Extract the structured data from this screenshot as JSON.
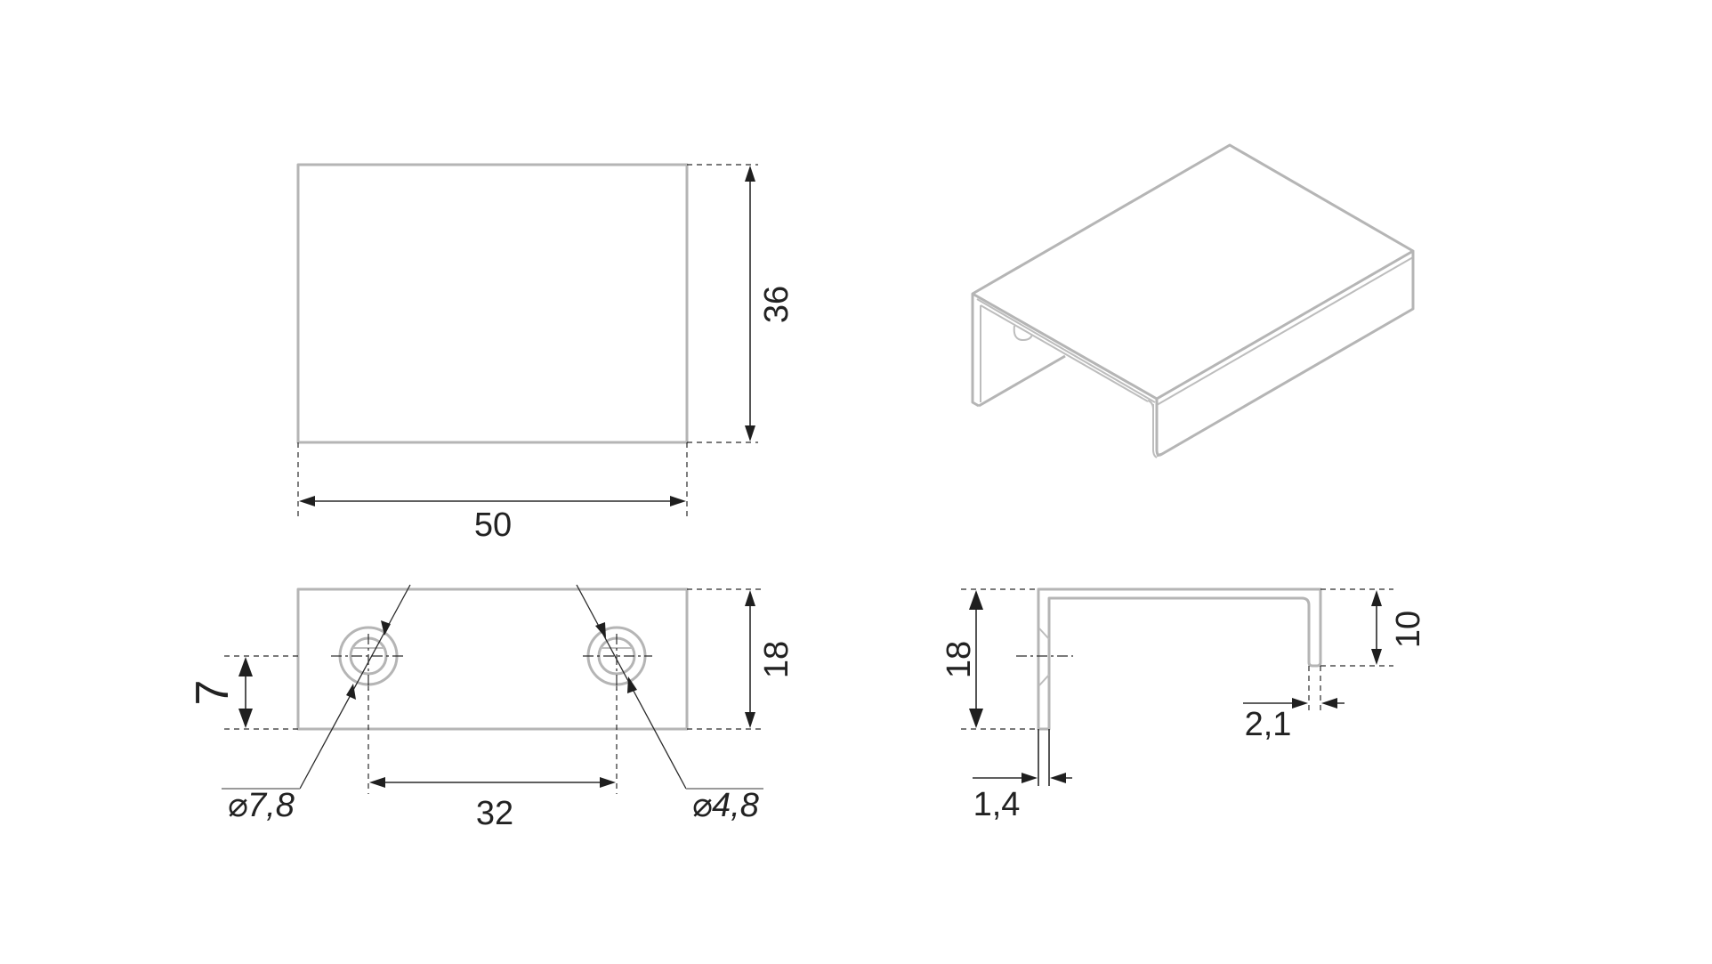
{
  "drawing": {
    "type": "technical drawing - cabinet edge pull handle",
    "line_color": "#b5b5b5",
    "dimension_color": "#222222",
    "background": "#ffffff"
  },
  "views": {
    "top_view": {
      "width_label": "50",
      "depth_label": "36"
    },
    "front_view": {
      "height_label": "18",
      "hole_offset_label": "7",
      "hole_spacing_label": "32",
      "hole_left_diameter_label": "⌀7,8",
      "hole_right_diameter_label": "⌀4,8"
    },
    "isometric_view": {},
    "side_profile": {
      "height_label": "18",
      "lip_height_label": "10",
      "lip_thickness_label": "2,1",
      "wall_thickness_label": "1,4"
    }
  }
}
